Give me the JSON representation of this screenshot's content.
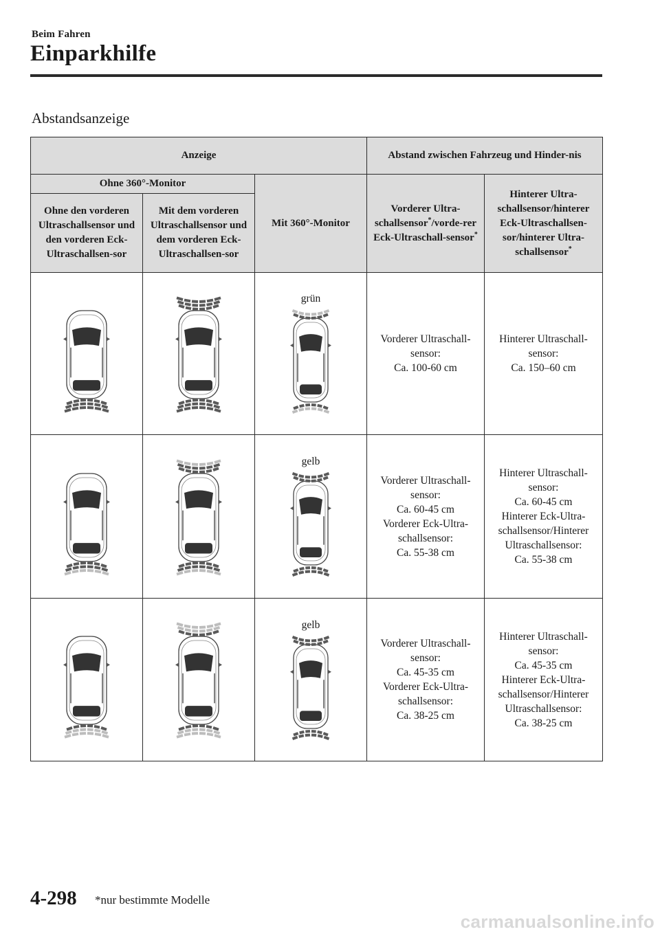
{
  "header": {
    "section": "Beim Fahren",
    "title": "Einparkhilfe"
  },
  "subsection": "Abstandsanzeige",
  "table": {
    "head": {
      "anzeige": "Anzeige",
      "abstand": "Abstand zwischen Fahrzeug und Hinder-nis",
      "ohne_360": "Ohne 360°-Monitor",
      "mit_360": "Mit 360°-Monitor",
      "ohne_vorderen": "Ohne den vorderen Ultraschallsensor und den vorderen Eck-Ultraschallsen-sor",
      "mit_vorderen": "Mit dem vorderen Ultraschallsensor und dem vorderen Eck-Ultraschallsen-sor",
      "vorderer_a": "Vorderer Ultra-schallsensor",
      "vorderer_b": "/vorde-rer Eck-Ultraschall-sensor",
      "hinterer_a": "Hinterer Ultra-schallsensor/hinterer Eck-Ultraschallsen-sor/hinterer Ultra-schallsensor",
      "asterisk": "*"
    },
    "rows": [
      {
        "color": "grün",
        "front": [
          "Vorderer Ultraschall-",
          "sensor:",
          "Ca. 100-60 cm"
        ],
        "rear": [
          "Hinterer Ultraschall-",
          "sensor:",
          "Ca. 150–60 cm"
        ]
      },
      {
        "color": "gelb",
        "front": [
          "Vorderer Ultraschall-",
          "sensor:",
          "Ca. 60-45 cm",
          "Vorderer Eck-Ultra-",
          "schallsensor:",
          "Ca. 55-38 cm"
        ],
        "rear": [
          "Hinterer Ultraschall-",
          "sensor:",
          "Ca. 60-45 cm",
          "Hinterer Eck-Ultra-",
          "schallsensor/Hinterer",
          "Ultraschallsensor:",
          "Ca. 55-38 cm"
        ]
      },
      {
        "color": "gelb",
        "front": [
          "Vorderer Ultraschall-",
          "sensor:",
          "Ca. 45-35 cm",
          "Vorderer Eck-Ultra-",
          "schallsensor:",
          "Ca. 38-25 cm"
        ],
        "rear": [
          "Hinterer Ultraschall-",
          "sensor:",
          "Ca. 45-35 cm",
          "Hinterer Eck-Ultra-",
          "schallsensor/Hinterer",
          "Ultraschallsensor:",
          "Ca. 38-25 cm"
        ]
      }
    ]
  },
  "colors": {
    "header_bg": "#dcdcdc",
    "rule": "#2b2b2b",
    "sensor_dark": "#5a5a5a",
    "sensor_light": "#bdbdbd"
  },
  "footer": {
    "page": "4-298",
    "note": "*nur bestimmte Modelle",
    "site": "carmanualsonline.info"
  }
}
